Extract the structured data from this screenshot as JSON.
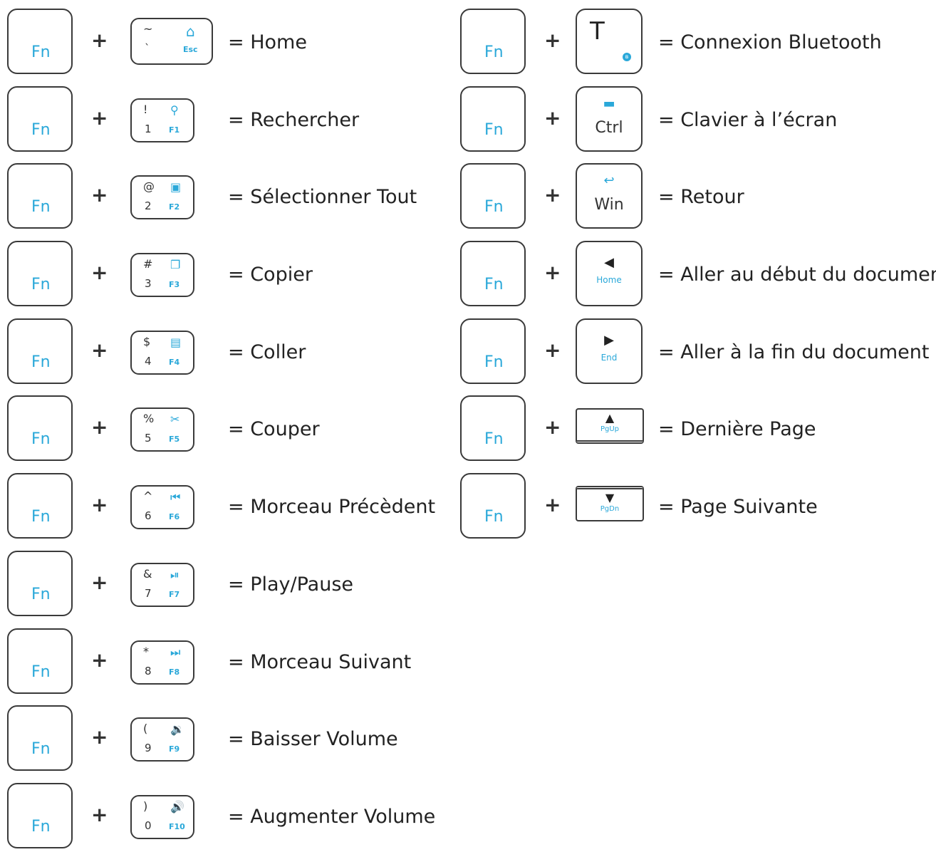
{
  "left_rows": [
    {
      "symbol": "~",
      "number": "`",
      "icon": "⌂",
      "fkey": "Esc",
      "description": "= Home"
    },
    {
      "symbol": "!",
      "number": "1",
      "icon": "⚲",
      "fkey": "F1",
      "description": "= Rechercher"
    },
    {
      "symbol": "@",
      "number": "2",
      "icon": "▣",
      "fkey": "F2",
      "description": "= Sélectionner Tout"
    },
    {
      "symbol": "#",
      "number": "3",
      "icon": "❐",
      "fkey": "F3",
      "description": "= Copier"
    },
    {
      "symbol": "$",
      "number": "4",
      "icon": "▤",
      "fkey": "F4",
      "description": "= Coller"
    },
    {
      "symbol": "%",
      "number": "5",
      "icon": "✂",
      "fkey": "F5",
      "description": "= Couper"
    },
    {
      "symbol": "^",
      "number": "6",
      "icon": "⏮",
      "fkey": "F6",
      "description": "= Morceau Précèdent"
    },
    {
      "symbol": "&",
      "number": "7",
      "icon": "⏯",
      "fkey": "F7",
      "description": "= Play/Pause"
    },
    {
      "symbol": "*",
      "number": "8",
      "icon": "⏭",
      "fkey": "F8",
      "description": "= Morceau Suivant"
    },
    {
      "symbol": "(",
      "number": "9",
      "icon": "🔉",
      "fkey": "F9",
      "description": "= Baisser Volume"
    },
    {
      "symbol": ")",
      "number": "0",
      "icon": "🔊",
      "fkey": "F10",
      "description": "= Augmenter Volume"
    }
  ],
  "right_rows": [
    {
      "main": "T",
      "icon": "",
      "sub": "",
      "description": "= Connexion Bluetooth"
    },
    {
      "main": "Ctrl",
      "icon": "▬",
      "sub": "",
      "description": "= Clavier à l’écran"
    },
    {
      "main": "Win",
      "icon": "↩",
      "sub": "",
      "description": "= Retour"
    },
    {
      "main": "",
      "icon": "◀",
      "sub": "Home",
      "description": "= Aller au début du document"
    },
    {
      "main": "",
      "icon": "▶",
      "sub": "End",
      "description": "= Aller à la fin du document"
    },
    {
      "main": "",
      "icon": "▲",
      "sub": "PgUp",
      "description": "= Dernière Page"
    },
    {
      "main": "",
      "icon": "▼",
      "sub": "PgDn",
      "description": "= Page Suivante"
    }
  ],
  "fn_label": "Fn",
  "plus": "+",
  "bluetooth_icon": "ʙ",
  "accent_color": "#2aa8d9"
}
